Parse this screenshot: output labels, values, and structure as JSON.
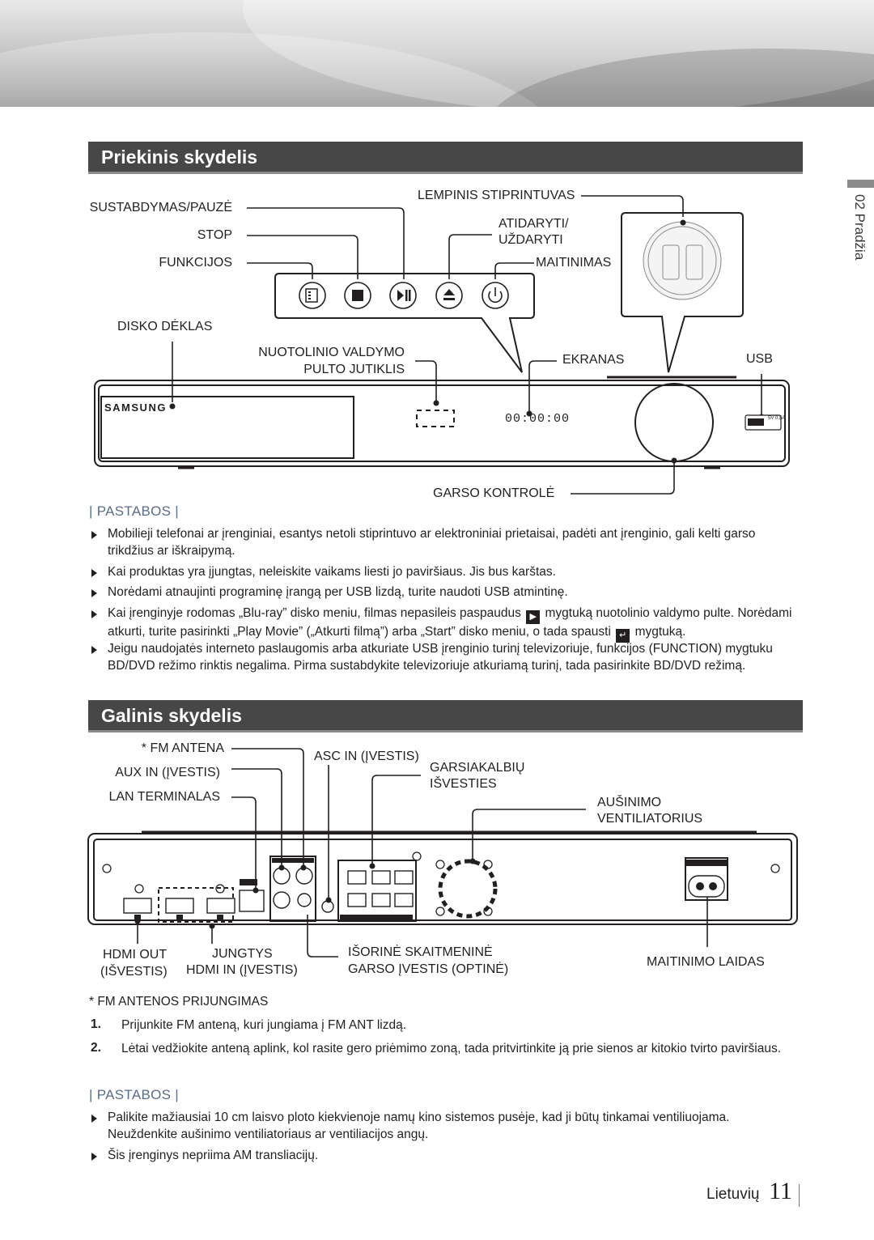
{
  "side_tab": {
    "label": "02   Pradžia"
  },
  "front": {
    "title": "Priekinis skydelis",
    "labels": {
      "pause": "SUSTABDYMAS/PAUZĖ",
      "stop": "STOP",
      "function": "FUNKCIJOS",
      "disc_tray": "DISKO DĖKLAS",
      "remote_1": "NUOTOLINIO VALDYMO",
      "remote_2": "PULTO JUTIKLIS",
      "amp": "LEMPINIS STIPRINTUVAS",
      "open_1": "ATIDARYTI/",
      "open_2": "UŽDARYTI",
      "power": "MAITINIMAS",
      "display": "EKRANAS",
      "usb": "USB",
      "volume": "GARSO KONTROLĖ"
    },
    "device": {
      "brand": "SAMSUNG",
      "display_text": "00:00:00",
      "usb_rating": "5V 0.5A"
    }
  },
  "notes1": {
    "heading": "| PASTABOS |",
    "items": [
      "Mobilieji telefonai ar įrenginiai, esantys netoli stiprintuvo ar elektroniniai prietaisai, padėti ant įrenginio, gali kelti garso trikdžius ar iškraipymą.",
      "Kai produktas yra įjungtas, neleiskite vaikams liesti jo paviršiaus. Jis bus karštas.",
      "Norėdami atnaujinti programinę įrangą per USB lizdą, turite naudoti USB atmintinę."
    ],
    "item4_a": "Kai įrenginyje rodomas „Blu-ray” disko meniu, filmas nepasileis paspaudus",
    "item4_b": "mygtuką nuotolinio valdymo pulte. Norėdami atkurti, turite pasirinkti „Play Movie” („Atkurti filmą”) arba „Start” disko meniu, o tada spausti",
    "item4_c": "mygtuką.",
    "item5_a": "Jeigu naudojatės interneto paslaugomis arba atkuriate USB įrenginio turinį televizoriuje, funkcijos (",
    "item5_b": "FUNCTION",
    "item5_c": ") mygtuku",
    "item5_d": "BD/DVD",
    "item5_e": "režimo rinktis negalima. Pirma sustabdykite televizoriuje atkuriamą turinį, tada pasirinkite",
    "item5_f": "BD/DVD",
    "item5_g": "režimą."
  },
  "rear": {
    "title": "Galinis skydelis",
    "labels": {
      "fm": "* FM ANTENA",
      "aux": "AUX IN (ĮVESTIS)",
      "lan": "LAN TERMINALAS",
      "asc": "ASC IN (ĮVESTIS)",
      "spk_1": "GARSIAKALBIŲ",
      "spk_2": "IŠVESTIES",
      "fan_1": "AUŠINIMO",
      "fan_2": "VENTILIATORIUS",
      "hdmi_out_1": "HDMI OUT",
      "hdmi_out_2": "(IŠVESTIS)",
      "hdmi_in_1": "JUNGTYS",
      "hdmi_in_2": "HDMI IN (ĮVESTIS)",
      "optical_1": "IŠORINĖ SKAITMENINĖ",
      "optical_2": "GARSO ĮVESTIS (OPTINĖ)",
      "cord": "MAITINIMO LAIDAS"
    }
  },
  "fm": {
    "heading": "* FM ANTENOS PRIJUNGIMAS",
    "steps": [
      {
        "n": "1.",
        "text": "Prijunkite FM anteną, kuri jungiama į FM ANT lizdą."
      },
      {
        "n": "2.",
        "text": "Lėtai vedžiokite anteną aplink, kol rasite gero priėmimo zoną, tada pritvirtinkite ją prie sienos ar kitokio tvirto paviršiaus."
      }
    ]
  },
  "notes2": {
    "heading": "| PASTABOS |",
    "items": [
      "Palikite mažiausiai 10 cm laisvo ploto kiekvienoje namų kino sistemos pusėje, kad ji būtų tinkamai ventiliuojama. Neuždenkite aušinimo ventiliatoriaus ar ventiliacijos angų.",
      "Šis įrenginys nepriima AM transliacijų."
    ]
  },
  "footer": {
    "lang": "Lietuvių",
    "page": "11"
  }
}
